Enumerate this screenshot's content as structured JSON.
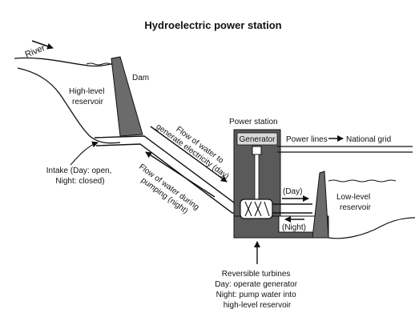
{
  "title": "Hydroelectric power station",
  "labels": {
    "river": "River",
    "dam": "Dam",
    "high_reservoir": [
      "High-level",
      "reservoir"
    ],
    "power_station": "Power station",
    "generator": "Generator",
    "power_lines": "Power lines",
    "national_grid": "National grid",
    "flow_day": [
      "Flow of water to",
      "generate electricity (day)"
    ],
    "flow_night": [
      "Flow of water during",
      "pumping (night)"
    ],
    "intake": [
      "Intake (Day: open,",
      "Night: closed)"
    ],
    "day": "(Day)",
    "night": "(Night)",
    "low_reservoir": [
      "Low-level",
      "reservoir"
    ],
    "turbines": [
      "Reversible turbines",
      "Day: operate generator",
      "Night: pump water into",
      "high-level reservoir"
    ]
  },
  "colors": {
    "ink": "#111111",
    "dam_fill": "#6b6b6b",
    "station_fill": "#5a5a5a",
    "generator_fill": "#d9d9d9"
  }
}
